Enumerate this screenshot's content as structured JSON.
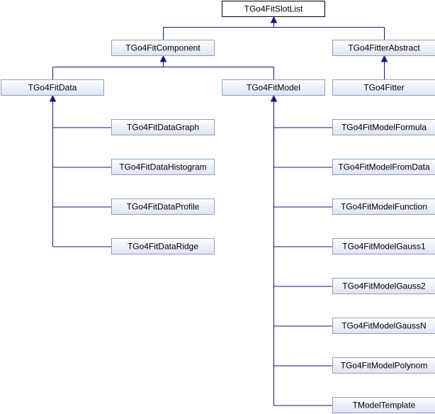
{
  "nodes": {
    "root": "TGo4FitSlotList",
    "component": "TGo4FitComponent",
    "fitter_abstract": "TGo4FitterAbstract",
    "fit_data": "TGo4FitData",
    "fit_model": "TGo4FitModel",
    "fitter": "TGo4Fitter",
    "data_graph": "TGo4FitDataGraph",
    "data_histogram": "TGo4FitDataHistogram",
    "data_profile": "TGo4FitDataProfile",
    "data_ridge": "TGo4FitDataRidge",
    "model_formula": "TGo4FitModelFormula",
    "model_from_data": "TGo4FitModelFromData",
    "model_function": "TGo4FitModelFunction",
    "model_gauss1": "TGo4FitModelGauss1",
    "model_gauss2": "TGo4FitModelGauss2",
    "model_gaussn": "TGo4FitModelGaussN",
    "model_polynom": "TGo4FitModelPolynom",
    "model_template": "TModelTemplate"
  },
  "edges": [
    {
      "from": "component",
      "to": "root"
    },
    {
      "from": "fitter_abstract",
      "to": "root"
    },
    {
      "from": "fit_data",
      "to": "component"
    },
    {
      "from": "fit_model",
      "to": "component"
    },
    {
      "from": "fitter",
      "to": "fitter_abstract"
    },
    {
      "from": "data_graph",
      "to": "fit_data"
    },
    {
      "from": "data_histogram",
      "to": "fit_data"
    },
    {
      "from": "data_profile",
      "to": "fit_data"
    },
    {
      "from": "data_ridge",
      "to": "fit_data"
    },
    {
      "from": "model_formula",
      "to": "fit_model"
    },
    {
      "from": "model_from_data",
      "to": "fit_model"
    },
    {
      "from": "model_function",
      "to": "fit_model"
    },
    {
      "from": "model_gauss1",
      "to": "fit_model"
    },
    {
      "from": "model_gauss2",
      "to": "fit_model"
    },
    {
      "from": "model_gaussn",
      "to": "fit_model"
    },
    {
      "from": "model_polynom",
      "to": "fit_model"
    },
    {
      "from": "model_template",
      "to": "fit_model"
    }
  ],
  "colors": {
    "edge": "#191970",
    "node_border": "#8e9ec8",
    "node_fill_top": "#ffffff",
    "node_fill_bottom": "#d6ddee",
    "root_border": "#000000"
  }
}
